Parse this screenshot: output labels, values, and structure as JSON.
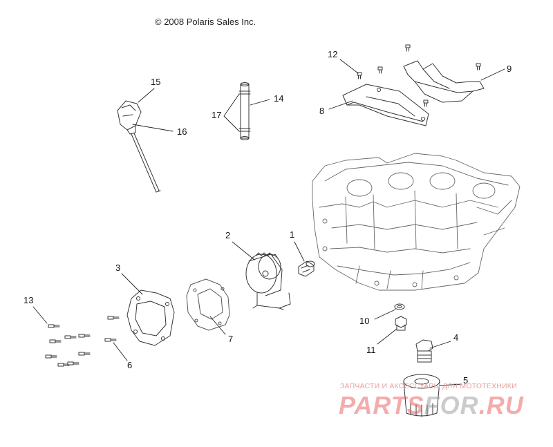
{
  "copyright": "© 2008 Polaris Sales Inc.",
  "callouts": {
    "c1": "1",
    "c2": "2",
    "c3": "3",
    "c4": "4",
    "c5": "5",
    "c6": "6",
    "c7": "7",
    "c8": "8",
    "c9": "9",
    "c10": "10",
    "c11": "11",
    "c12": "12",
    "c13": "13",
    "c14": "14",
    "c15": "15",
    "c16": "16",
    "c17": "17"
  },
  "watermark": {
    "tagline": "ЗАПЧАСТИ И АКСЕССУАРЫ ДЛЯ МОТОТЕХНИКИ",
    "brand_left": "PARTS",
    "brand_mid": "FOR",
    "brand_right": ".RU"
  },
  "colors": {
    "line": "#3a3a3a",
    "faint": "#9a9a9a",
    "watermark_red": "#e44646"
  }
}
